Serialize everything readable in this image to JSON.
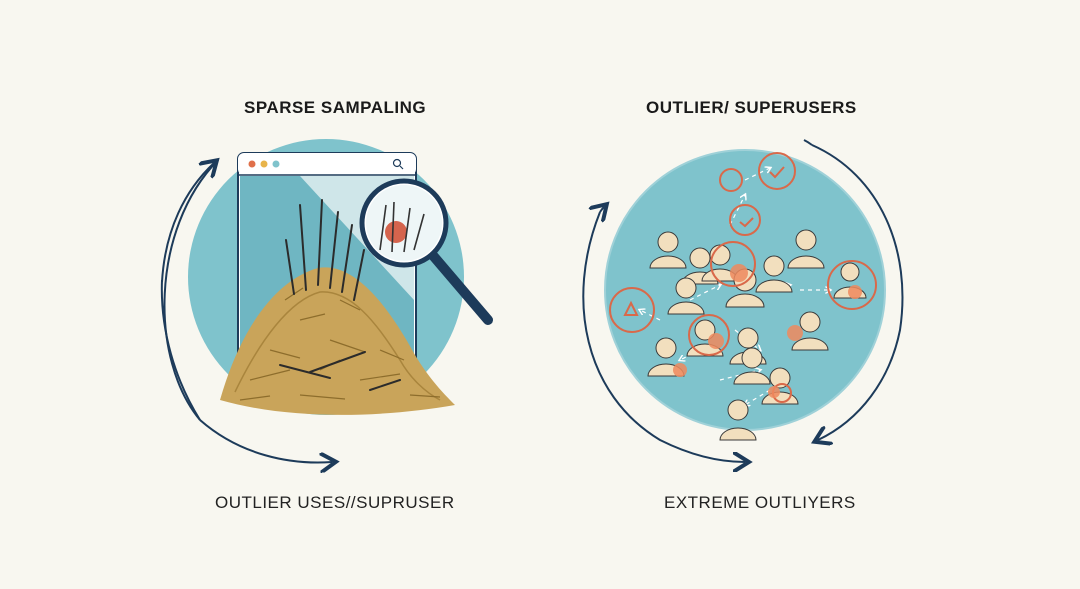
{
  "left_panel": {
    "title": "SPARSE SAMPALING",
    "caption": "OUTLIER USES//SUPRUSER",
    "icons": [
      "browser-window-icon",
      "haystack-icon",
      "magnifying-glass-icon",
      "cycle-arrows-icon"
    ]
  },
  "right_panel": {
    "title": "OUTLIER/ SUPERUSERS",
    "caption": "EXTREME OUTLIYERS",
    "icons": [
      "user-cluster-icon",
      "cycle-arrows-icon"
    ]
  },
  "colors": {
    "background": "#f8f7f0",
    "teal": "#7fc3cc",
    "navy": "#1d3b5a",
    "straw": "#c9a45a",
    "highlight": "#e0704a",
    "person": "#f2dfbe"
  }
}
